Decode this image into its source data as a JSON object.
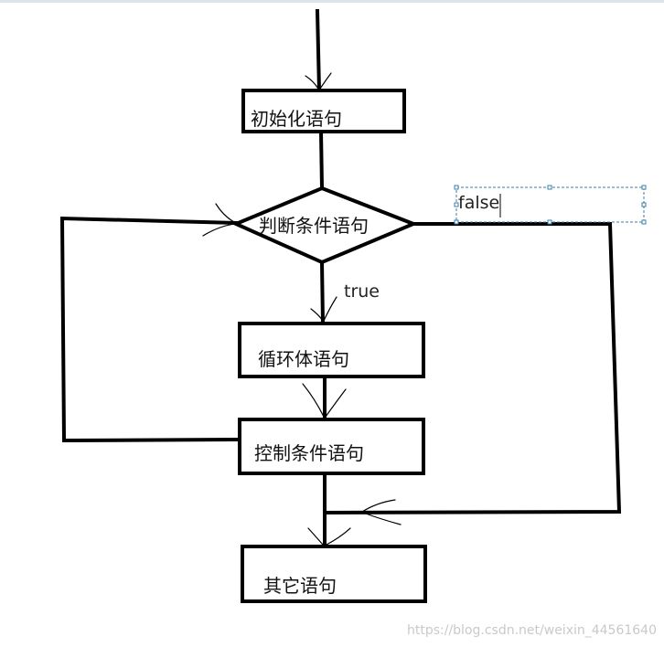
{
  "nodes": {
    "init": "初始化语句",
    "condition": "判断条件语句",
    "body": "循环体语句",
    "control": "控制条件语句",
    "other": "其它语句"
  },
  "edges": {
    "true_label": "true",
    "false_label": "false"
  },
  "watermark": "https://blog.csdn.net/weixin_44561640",
  "colors": {
    "stroke": "#000000",
    "selection_box": "#3a7fa8"
  }
}
